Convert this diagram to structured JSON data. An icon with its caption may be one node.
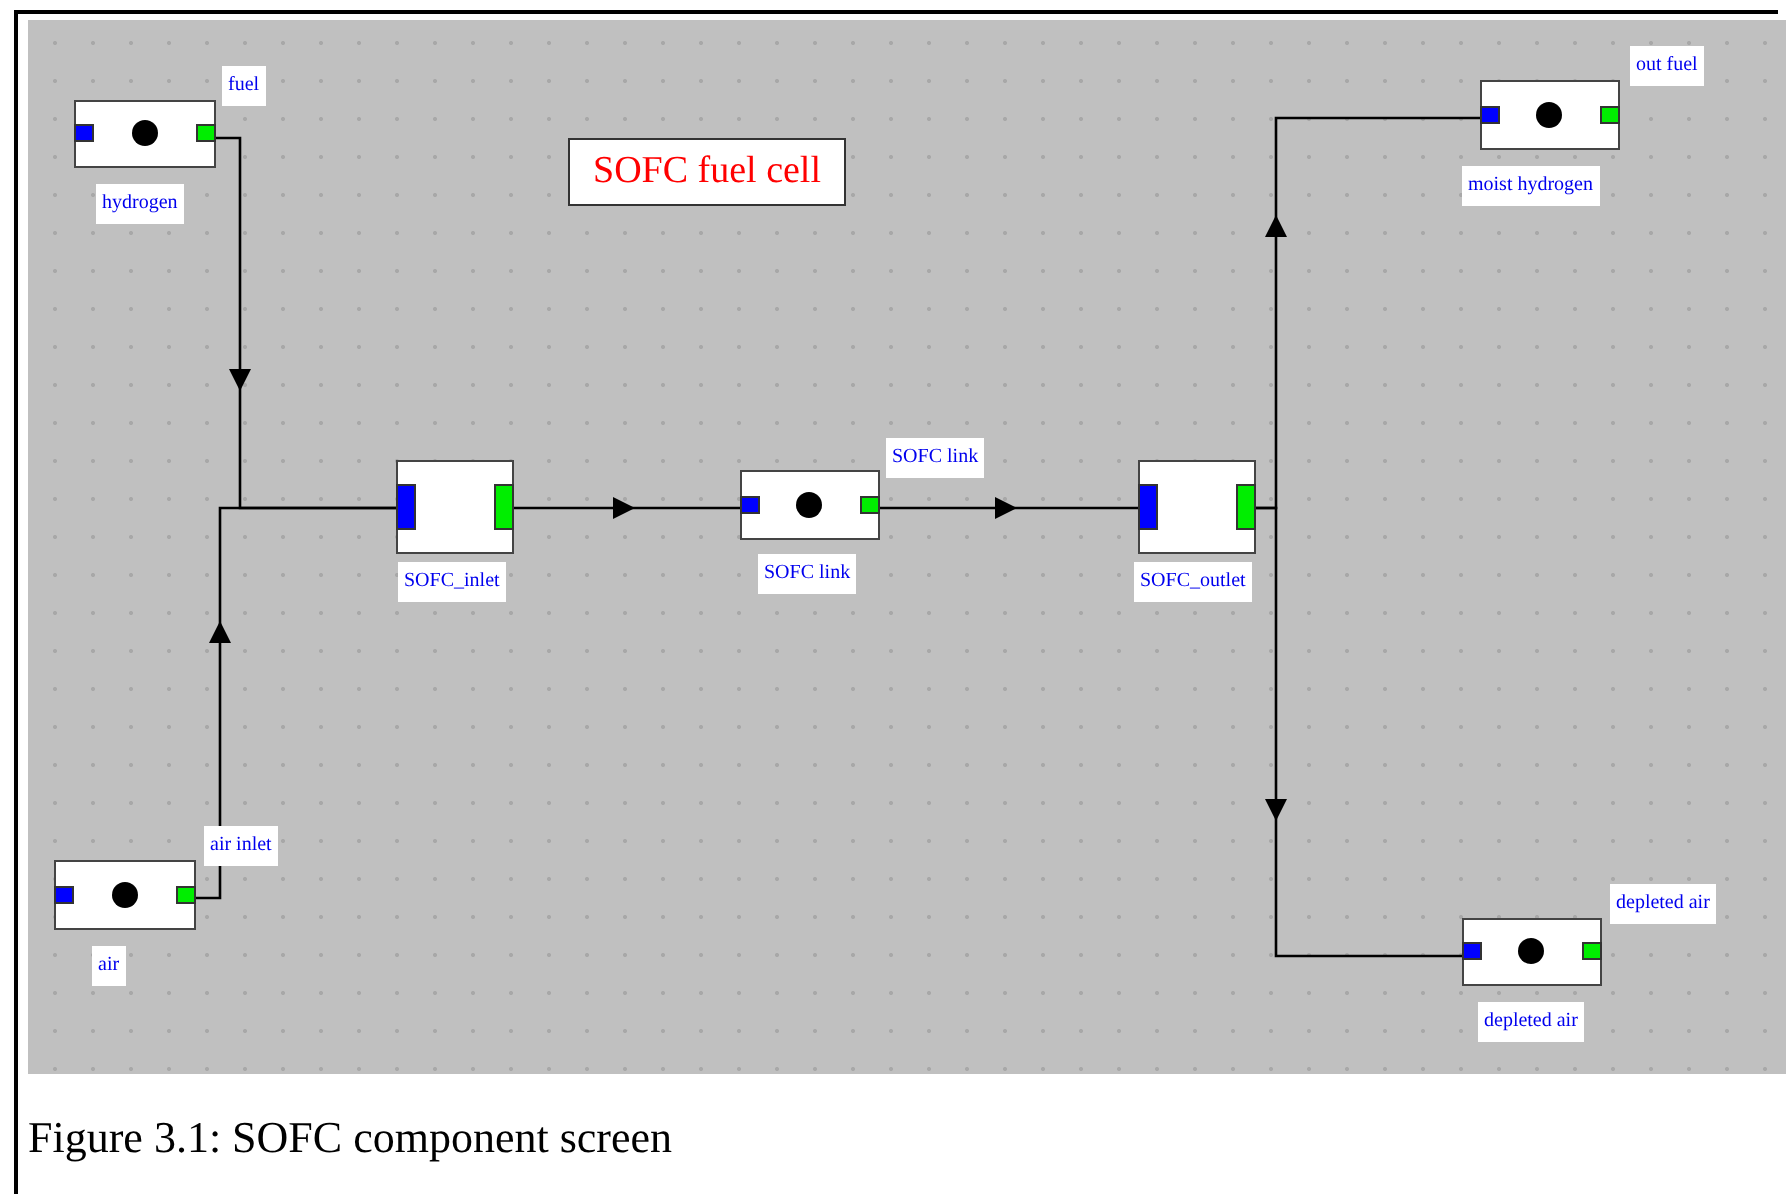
{
  "diagram": {
    "title": "SOFC fuel cell",
    "caption": "Figure 3.1: SOFC component screen",
    "nodes": [
      {
        "text": [
          "hydrogen"
        ],
        "beside": [
          "fuel"
        ]
      },
      {
        "text": [
          "air"
        ],
        "beside": [
          "air inlet"
        ]
      },
      {
        "text": [
          "SOFC_inlet"
        ]
      },
      {
        "text": [
          "SOFC link"
        ],
        "beside": [
          "SOFC link"
        ]
      },
      {
        "text": [
          "SOFC_outlet"
        ]
      },
      {
        "text": [
          "moist hydrogen"
        ],
        "beside": [
          "out fuel"
        ]
      },
      {
        "text": [
          "depleted air"
        ],
        "beside": [
          "depleted air"
        ]
      }
    ],
    "edges": [
      {
        "from": 0,
        "to": 2,
        "arrow": "to"
      },
      {
        "from": 1,
        "to": 2,
        "arrow": "to"
      },
      {
        "from": 2,
        "to": 3,
        "arrow": "to"
      },
      {
        "from": 3,
        "to": 4,
        "arrow": "to"
      },
      {
        "from": 4,
        "to": 5,
        "arrow": "to"
      },
      {
        "from": 4,
        "to": 6,
        "arrow": "to"
      }
    ]
  }
}
